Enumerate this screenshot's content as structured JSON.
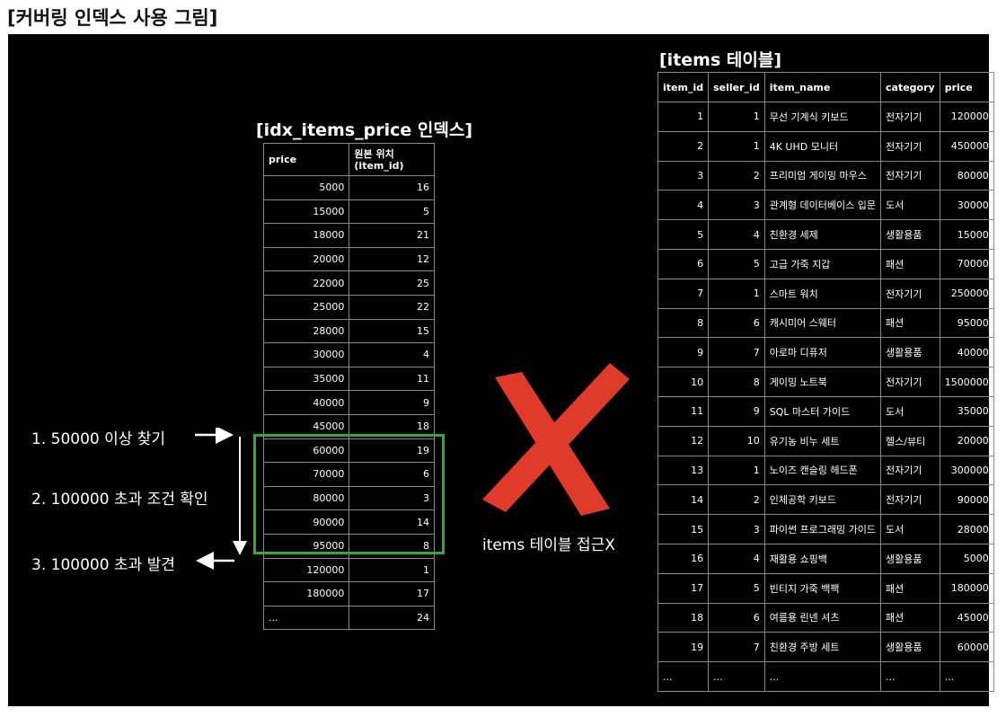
{
  "title": "[커버링 인덱스 사용 그림]",
  "index_table": {
    "title": "[idx_items_price 인덱스]",
    "headers": [
      "price",
      "원본 위치\n(item_id)"
    ],
    "rows": [
      [
        "5000",
        "16"
      ],
      [
        "15000",
        "5"
      ],
      [
        "18000",
        "21"
      ],
      [
        "20000",
        "12"
      ],
      [
        "22000",
        "25"
      ],
      [
        "25000",
        "22"
      ],
      [
        "28000",
        "15"
      ],
      [
        "30000",
        "4"
      ],
      [
        "35000",
        "11"
      ],
      [
        "40000",
        "9"
      ],
      [
        "45000",
        "18"
      ],
      [
        "60000",
        "19"
      ],
      [
        "70000",
        "6"
      ],
      [
        "80000",
        "3"
      ],
      [
        "90000",
        "14"
      ],
      [
        "95000",
        "8"
      ],
      [
        "120000",
        "1"
      ],
      [
        "180000",
        "17"
      ],
      [
        "...",
        "24"
      ]
    ]
  },
  "items_table": {
    "title": "[items 테이블]",
    "headers": [
      "item_id",
      "seller_id",
      "item_name",
      "category",
      "price"
    ],
    "rows": [
      [
        "1",
        "1",
        "무선 기계식 키보드",
        "전자기기",
        "120000"
      ],
      [
        "2",
        "1",
        "4K UHD 모니터",
        "전자기기",
        "450000"
      ],
      [
        "3",
        "2",
        "프리미엄 게이밍 마우스",
        "전자기기",
        "80000"
      ],
      [
        "4",
        "3",
        "관계형 데이터베이스 입문",
        "도서",
        "30000"
      ],
      [
        "5",
        "4",
        "친환경 세제",
        "생활용품",
        "15000"
      ],
      [
        "6",
        "5",
        "고급 가죽 지갑",
        "패션",
        "70000"
      ],
      [
        "7",
        "1",
        "스마트 워치",
        "전자기기",
        "250000"
      ],
      [
        "8",
        "6",
        "캐시미어 스웨터",
        "패션",
        "95000"
      ],
      [
        "9",
        "7",
        "아로마 디퓨저",
        "생활용품",
        "40000"
      ],
      [
        "10",
        "8",
        "게이밍 노트북",
        "전자기기",
        "1500000"
      ],
      [
        "11",
        "9",
        "SQL 마스터 가이드",
        "도서",
        "35000"
      ],
      [
        "12",
        "10",
        "유기농 비누 세트",
        "헬스/뷰티",
        "20000"
      ],
      [
        "13",
        "1",
        "노이즈 캔슬링 헤드폰",
        "전자기기",
        "300000"
      ],
      [
        "14",
        "2",
        "인체공학 키보드",
        "전자기기",
        "90000"
      ],
      [
        "15",
        "3",
        "파이썬 프로그래밍 가이드",
        "도서",
        "28000"
      ],
      [
        "16",
        "4",
        "재활용 쇼핑백",
        "생활용품",
        "5000"
      ],
      [
        "17",
        "5",
        "빈티지 가죽 백팩",
        "패션",
        "180000"
      ],
      [
        "18",
        "6",
        "여름용 린넨 셔츠",
        "패션",
        "45000"
      ],
      [
        "19",
        "7",
        "친환경 주방 세트",
        "생활용품",
        "60000"
      ],
      [
        "...",
        "...",
        "...",
        "...",
        "..."
      ]
    ]
  },
  "steps": [
    "1. 50000 이상 찾기",
    "2. 100000 초과 조건 확인",
    "3. 100000 초과 발견"
  ],
  "no_access_label": "items 테이블 접근X",
  "colors": {
    "highlight": "#3aa53a",
    "cross": "#e03a2a",
    "background": "#000000"
  }
}
